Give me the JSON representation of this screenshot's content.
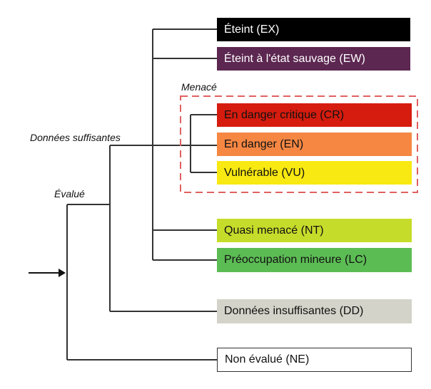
{
  "labels": {
    "threatened": "Menacé",
    "adequate_data": "Données suffisantes",
    "evaluated": "Évalué"
  },
  "categories": [
    {
      "key": "EX",
      "label": "Éteint (EX)",
      "bg": "#000000",
      "fg": "#ffffff"
    },
    {
      "key": "EW",
      "label": "Éteint à l'état sauvage (EW)",
      "bg": "#5c2751",
      "fg": "#ffffff"
    },
    {
      "key": "CR",
      "label": "En danger critique (CR)",
      "bg": "#d51c0e",
      "fg": "#111111"
    },
    {
      "key": "EN",
      "label": "En danger (EN)",
      "bg": "#f58743",
      "fg": "#111111"
    },
    {
      "key": "VU",
      "label": "Vulnérable (VU)",
      "bg": "#f8e912",
      "fg": "#111111"
    },
    {
      "key": "NT",
      "label": "Quasi menacé (NT)",
      "bg": "#c6dc2a",
      "fg": "#111111"
    },
    {
      "key": "LC",
      "label": "Préoccupation mineure (LC)",
      "bg": "#5cbc54",
      "fg": "#111111"
    },
    {
      "key": "DD",
      "label": "Données insuffisantes (DD)",
      "bg": "#d3d3c9",
      "fg": "#111111"
    },
    {
      "key": "NE",
      "label": "Non évalué (NE)",
      "bg": "#ffffff",
      "fg": "#111111"
    }
  ],
  "colors": {
    "line": "#333333",
    "threatened_border": "#e06060"
  }
}
